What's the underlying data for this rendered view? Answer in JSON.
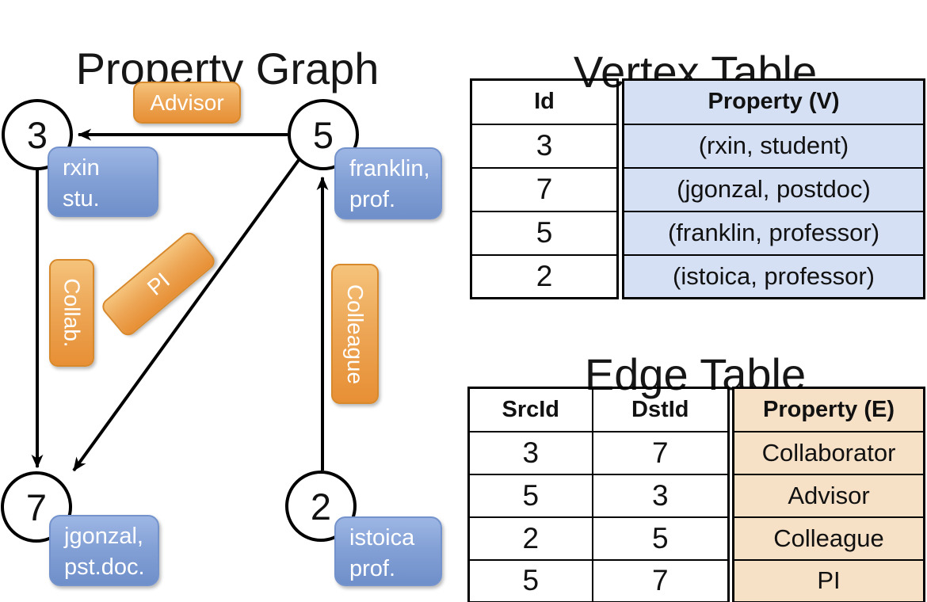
{
  "panel_graph": {
    "title": "Property Graph",
    "vertices": [
      {
        "id": "3",
        "property_lines": [
          "rxin",
          "stu."
        ]
      },
      {
        "id": "5",
        "property_lines": [
          "franklin,",
          "prof."
        ]
      },
      {
        "id": "7",
        "property_lines": [
          "jgonzal,",
          "pst.doc."
        ]
      },
      {
        "id": "2",
        "property_lines": [
          "istoica",
          "prof."
        ]
      }
    ],
    "edges": [
      {
        "label": "Advisor",
        "from": "5",
        "to": "3"
      },
      {
        "label": "Collab.",
        "from": "3",
        "to": "7"
      },
      {
        "label": "PI",
        "from": "5",
        "to": "7"
      },
      {
        "label": "Colleague",
        "from": "2",
        "to": "5"
      }
    ]
  },
  "vertex_table": {
    "title": "Vertex Table",
    "columns": {
      "id": "Id",
      "property": "Property (V)"
    },
    "rows": [
      {
        "id": "3",
        "property": "(rxin, student)"
      },
      {
        "id": "7",
        "property": "(jgonzal, postdoc)"
      },
      {
        "id": "5",
        "property": "(franklin, professor)"
      },
      {
        "id": "2",
        "property": "(istoica, professor)"
      }
    ]
  },
  "edge_table": {
    "title": "Edge Table",
    "columns": {
      "src": "SrcId",
      "dst": "DstId",
      "property": "Property (E)"
    },
    "rows": [
      {
        "src": "3",
        "dst": "7",
        "property": "Collaborator"
      },
      {
        "src": "5",
        "dst": "3",
        "property": "Advisor"
      },
      {
        "src": "2",
        "dst": "5",
        "property": "Colleague"
      },
      {
        "src": "5",
        "dst": "7",
        "property": "PI"
      }
    ]
  },
  "colors": {
    "edge_label_orange": "#E99C44",
    "vertex_label_blue": "#7E9CD4",
    "vertex_cell_fill": "#D5E0F4",
    "edge_cell_fill": "#F6E0C6",
    "line_black": "#000000"
  }
}
